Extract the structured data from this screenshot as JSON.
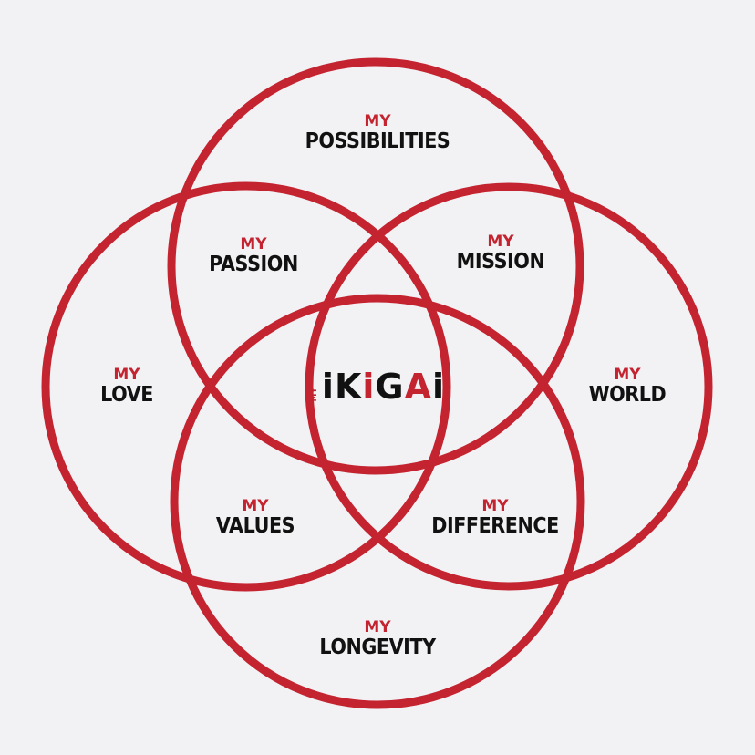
{
  "colors": {
    "ring": "#c42330",
    "accent_text": "#c42330",
    "main_text": "#111111",
    "background": "#f2f2f4"
  },
  "regions": {
    "possibilities": {
      "prefix": "MY",
      "label": "POSSIBILITIES"
    },
    "passion": {
      "prefix": "MY",
      "label": "PASSION"
    },
    "mission": {
      "prefix": "MY",
      "label": "MISSION"
    },
    "love": {
      "prefix": "MY",
      "label": "LOVE"
    },
    "world": {
      "prefix": "MY",
      "label": "WORLD"
    },
    "values": {
      "prefix": "MY",
      "label": "VALUES"
    },
    "difference": {
      "prefix": "MY",
      "label": "DIFFERENCE"
    },
    "longevity": {
      "prefix": "MY",
      "label": "LONGEVITY"
    }
  },
  "center": {
    "prefix": "MY",
    "word_parts": [
      "i",
      "K",
      "i",
      "G",
      "A",
      "i"
    ]
  }
}
